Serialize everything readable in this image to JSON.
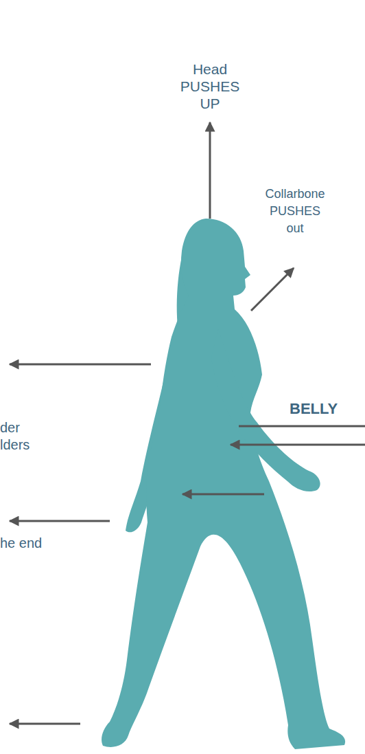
{
  "diagram": {
    "labels": [
      "Head PUSHES UP",
      "Collarbone PUSHES out",
      "BELLY",
      "der lders",
      "he end"
    ]
  }
}
